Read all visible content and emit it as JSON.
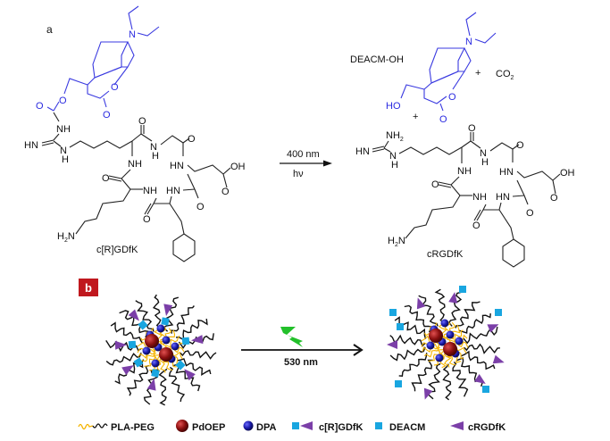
{
  "panel_a": {
    "label": "a",
    "reactant_name": "c[R]GDfK",
    "arrow_top": "400 nm",
    "arrow_bottom": "hν",
    "product1_name": "DEACM-OH",
    "plus1": "+",
    "co2": "CO",
    "co2_sub": "2",
    "plus2": "+",
    "product2_name": "cRGDfK",
    "atoms": {
      "N": "N",
      "O": "O",
      "NH": "NH",
      "HN": "HN",
      "H": "H",
      "OH": "OH",
      "HO": "HO",
      "H2N": "H",
      "H2N_sub": "2",
      "H2N_N": "N",
      "NH2": "NH",
      "NH2_sub": "2"
    }
  },
  "panel_b": {
    "label": "b",
    "label_bg_color": "#c0181e",
    "arrow_label": "530 nm",
    "bolt_color": "#22c02a"
  },
  "legend": {
    "items": [
      {
        "label": "PLA-PEG",
        "icon": "pla-peg-chain-icon"
      },
      {
        "label": "PdOEP",
        "icon": "red-sphere-icon",
        "color": "#8a0f0f"
      },
      {
        "label": "DPA",
        "icon": "blue-sphere-icon",
        "color": "#1a1aa8"
      },
      {
        "label": "c[R]GDfK",
        "icon": "square-triangle-icon"
      },
      {
        "label": "DEACM",
        "icon": "cyan-square-icon",
        "color": "#19a6e0"
      },
      {
        "label": "cRGDfK",
        "icon": "purple-triangle-icon",
        "color": "#7b3fa8"
      }
    ]
  }
}
